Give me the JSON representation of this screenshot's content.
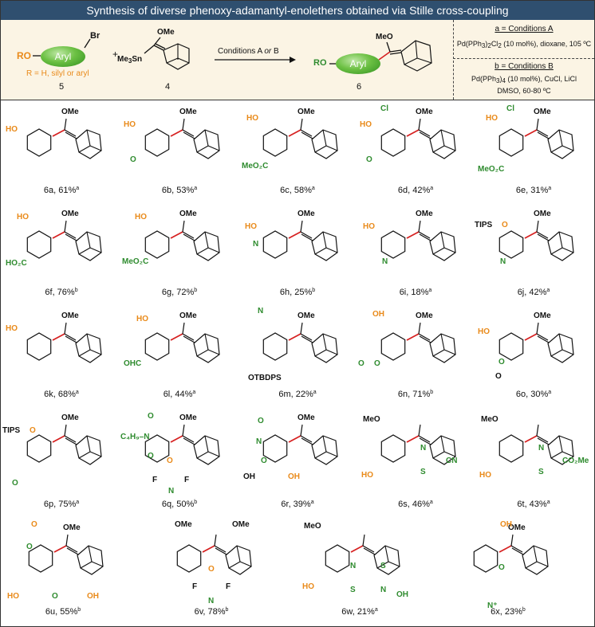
{
  "title": "Synthesis of diverse phenoxy-adamantyl-enolethers obtained via Stille cross-coupling",
  "scheme": {
    "reactant5": {
      "group": "RO",
      "ring": "Aryl",
      "halide": "Br",
      "note": "R = H, silyl or aryl",
      "number": "5"
    },
    "plus": "+",
    "reactant4": {
      "tin": "Me",
      "tin_sub": "3",
      "tin_tail": "Sn",
      "ome": "OMe",
      "number": "4"
    },
    "arrow_label_a": "Conditions A ",
    "arrow_label_or": "or",
    "arrow_label_b": " B",
    "product6": {
      "group": "RO",
      "ring": "Aryl",
      "ome": "MeO",
      "number": "6"
    }
  },
  "conditions": {
    "a_title": "a = Conditions A",
    "a_text_1": "Pd(PPh",
    "a_text_sub1": "3",
    "a_text_2": ")",
    "a_text_sub2": "2",
    "a_text_3": "Cl",
    "a_text_sub3": "2",
    "a_text_4": " (10 mol%), dioxane, 105 ºC",
    "b_title": "b = Conditions B",
    "b_text_1": "Pd(PPh",
    "b_text_sub1": "3",
    "b_text_2": ")",
    "b_text_sub2": "4",
    "b_text_3": " (10 mol%), CuCl, LiCl",
    "b_text_line2": "DMSO, 60-80 ºC"
  },
  "compounds": [
    {
      "id": "6a",
      "yield": "61%",
      "cond": "a"
    },
    {
      "id": "6b",
      "yield": "53%",
      "cond": "a"
    },
    {
      "id": "6c",
      "yield": "58%",
      "cond": "a"
    },
    {
      "id": "6d",
      "yield": "42%",
      "cond": "a"
    },
    {
      "id": "6e",
      "yield": "31%",
      "cond": "a"
    },
    {
      "id": "6f",
      "yield": "76%",
      "cond": "b"
    },
    {
      "id": "6g",
      "yield": "72%",
      "cond": "b"
    },
    {
      "id": "6h",
      "yield": "25%",
      "cond": "b"
    },
    {
      "id": "6i",
      "yield": "18%",
      "cond": "a"
    },
    {
      "id": "6j",
      "yield": "42%",
      "cond": "a"
    },
    {
      "id": "6k",
      "yield": "68%",
      "cond": "a"
    },
    {
      "id": "6l",
      "yield": "44%",
      "cond": "a"
    },
    {
      "id": "6m",
      "yield": "22%",
      "cond": "a"
    },
    {
      "id": "6n",
      "yield": "71%",
      "cond": "b"
    },
    {
      "id": "6o",
      "yield": "30%",
      "cond": "a"
    },
    {
      "id": "6p",
      "yield": "75%",
      "cond": "a"
    },
    {
      "id": "6q",
      "yield": "50%",
      "cond": "b"
    },
    {
      "id": "6r",
      "yield": "39%",
      "cond": "a"
    },
    {
      "id": "6s",
      "yield": "46%",
      "cond": "a"
    },
    {
      "id": "6t",
      "yield": "43%",
      "cond": "a"
    },
    {
      "id": "6u",
      "yield": "55%",
      "cond": "b"
    },
    {
      "id": "6v",
      "yield": "78%",
      "cond": "b"
    },
    {
      "id": "6w",
      "yield": "21%",
      "cond": "a"
    },
    {
      "id": "6x",
      "yield": "23%",
      "cond": "b"
    }
  ],
  "labels": {
    "ome": "OMe",
    "meo": "MeO",
    "ho": "HO",
    "oh": "OH",
    "cl": "Cl",
    "n": "N",
    "o": "O",
    "s": "S",
    "f": "F",
    "meo2c": "MeO₂C",
    "ho2c": "HO₂C",
    "tips": "TIPS",
    "tbdps": "OTBDPS",
    "ohc": "OHC",
    "cn": "CN",
    "co2me": "CO₂Me",
    "c4h9": "C₄H₉–N",
    "nplus": "N⁺"
  },
  "colors": {
    "title_bg": "#2f4f6f",
    "header_bg": "#fbf4e4",
    "green": "#2e8b2e",
    "orange": "#e98a1a",
    "red_bond": "#d62020"
  }
}
